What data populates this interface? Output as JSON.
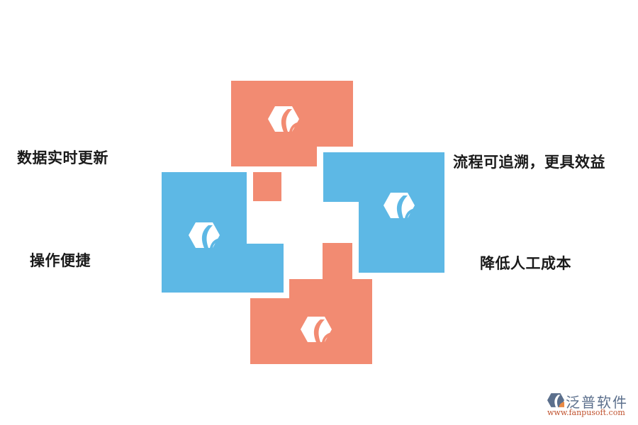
{
  "colors": {
    "salmon": "#f28b72",
    "blue": "#5db8e5",
    "icon": "#ffffff",
    "text": "#1a1a1a"
  },
  "labels": {
    "top_left": "数据实时更新",
    "bottom_left": "操作便捷",
    "top_right": "流程可追溯，更具效益",
    "bottom_right": "降低人工成本"
  },
  "icons": {
    "block_icon": "hexagon-leaf-logo-icon"
  },
  "watermark": {
    "title": "泛普软件",
    "url": "www.fanpusoft.com"
  }
}
